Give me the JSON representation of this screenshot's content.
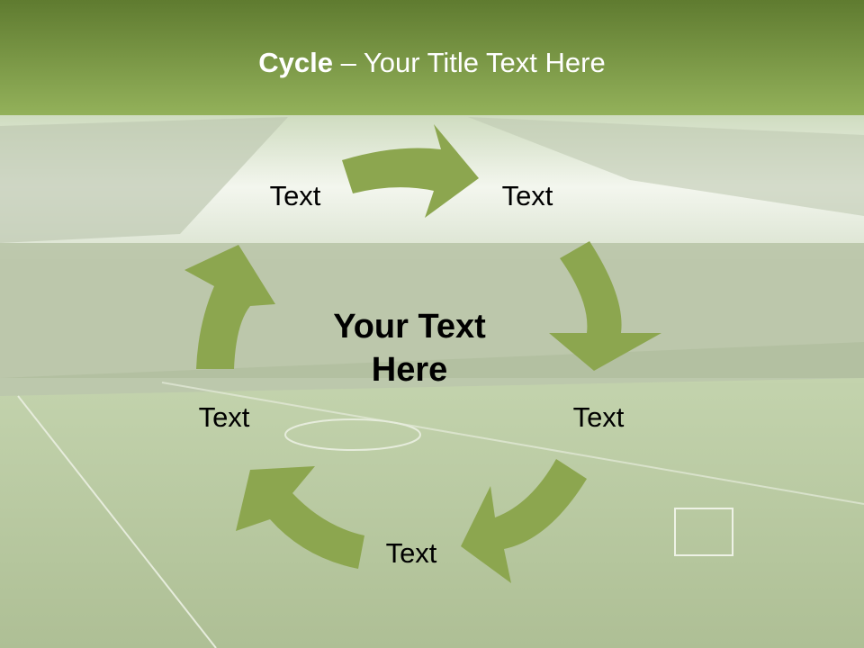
{
  "title": {
    "bold": "Cycle",
    "rest": " – Your Title Text Here"
  },
  "center_text_line1": "Your Text",
  "center_text_line2": "Here",
  "nodes": [
    "Text",
    "Text",
    "Text",
    "Text",
    "Text"
  ],
  "colors": {
    "arrow": "#8ca64f",
    "header_top": "#5e7a2e",
    "header_bottom": "#8fae57",
    "field": "#9dbb6a"
  }
}
